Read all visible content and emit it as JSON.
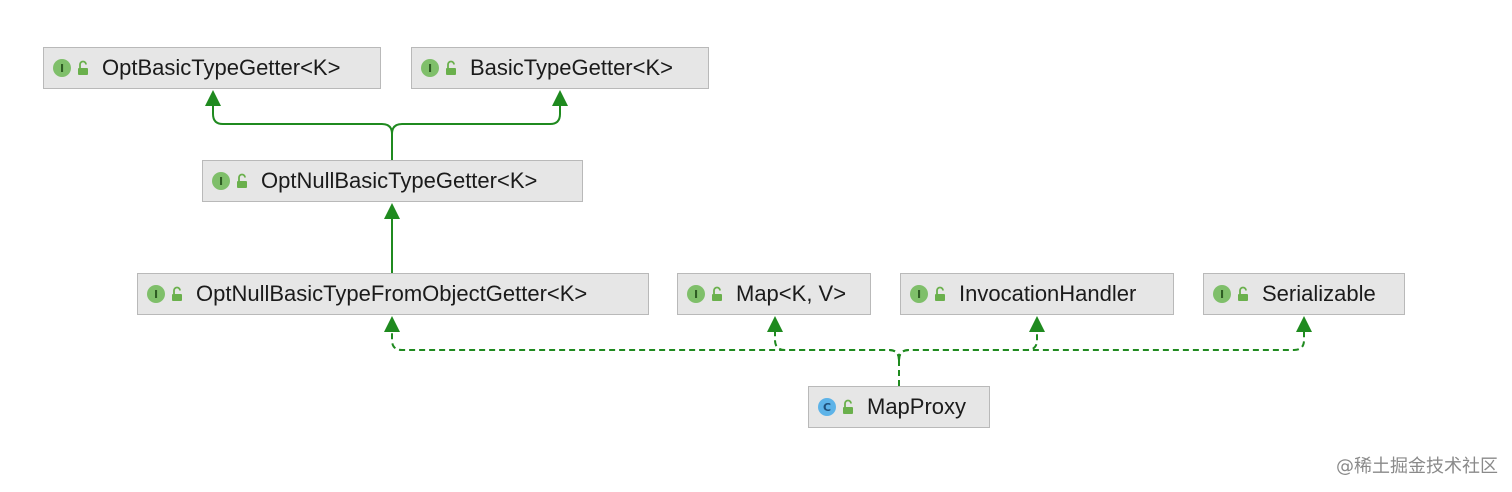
{
  "diagram": {
    "nodes": [
      {
        "id": "opt-basic-type-getter",
        "kind": "interface",
        "kind_letter": "I",
        "label": "OptBasicTypeGetter<K>"
      },
      {
        "id": "basic-type-getter",
        "kind": "interface",
        "kind_letter": "I",
        "label": "BasicTypeGetter<K>"
      },
      {
        "id": "opt-null-basic-type-getter",
        "kind": "interface",
        "kind_letter": "I",
        "label": "OptNullBasicTypeGetter<K>"
      },
      {
        "id": "opt-null-basic-type-from-object-getter",
        "kind": "interface",
        "kind_letter": "I",
        "label": "OptNullBasicTypeFromObjectGetter<K>"
      },
      {
        "id": "map",
        "kind": "interface",
        "kind_letter": "I",
        "label": "Map<K, V>"
      },
      {
        "id": "invocation-handler",
        "kind": "interface",
        "kind_letter": "I",
        "label": "InvocationHandler"
      },
      {
        "id": "serializable",
        "kind": "interface",
        "kind_letter": "I",
        "label": "Serializable"
      },
      {
        "id": "map-proxy",
        "kind": "class",
        "kind_letter": "C",
        "label": "MapProxy"
      }
    ],
    "edges": [
      {
        "from": "opt-null-basic-type-getter",
        "to": "opt-basic-type-getter",
        "relation": "extends",
        "style": "solid"
      },
      {
        "from": "opt-null-basic-type-getter",
        "to": "basic-type-getter",
        "relation": "extends",
        "style": "solid"
      },
      {
        "from": "opt-null-basic-type-from-object-getter",
        "to": "opt-null-basic-type-getter",
        "relation": "extends",
        "style": "solid"
      },
      {
        "from": "map-proxy",
        "to": "opt-null-basic-type-from-object-getter",
        "relation": "implements",
        "style": "dashed"
      },
      {
        "from": "map-proxy",
        "to": "map",
        "relation": "implements",
        "style": "dashed"
      },
      {
        "from": "map-proxy",
        "to": "invocation-handler",
        "relation": "implements",
        "style": "dashed"
      },
      {
        "from": "map-proxy",
        "to": "serializable",
        "relation": "implements",
        "style": "dashed"
      }
    ],
    "colors": {
      "edge": "#1f8a1f",
      "node_fill": "#e6e6e6",
      "node_border": "#b9b9b9",
      "interface_badge": "#7fbf6a",
      "class_badge": "#5db3e8",
      "visibility_icon": "#6ab04c"
    },
    "icons": {
      "kind_badge": "circle-letter-icon",
      "visibility": "open-lock-icon"
    }
  },
  "watermark": "@稀土掘金技术社区"
}
